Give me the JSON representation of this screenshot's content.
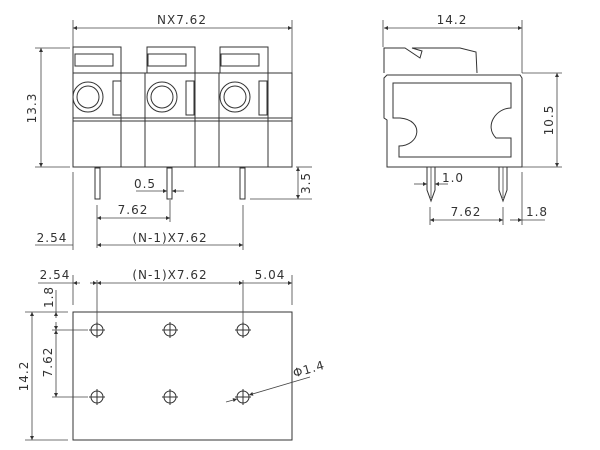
{
  "front_view": {
    "width_label": "NX7.62",
    "height_label": "13.3",
    "pin_width_label": "0.5",
    "pitch_label": "7.62",
    "offset_label": "2.54",
    "span_label": "(N-1)X7.62",
    "pin_length_label": "3.5"
  },
  "side_view": {
    "width_label": "14.2",
    "height_label": "10.5",
    "pin_width_label": "1.0",
    "pitch_label": "7.62",
    "edge_label": "1.8"
  },
  "footprint": {
    "offset_label": "2.54",
    "span_label": "(N-1)X7.62",
    "right_label": "5.04",
    "height_label": "14.2",
    "top_label": "1.8",
    "row_pitch_label": "7.62",
    "hole_label": "Φ1.4"
  }
}
